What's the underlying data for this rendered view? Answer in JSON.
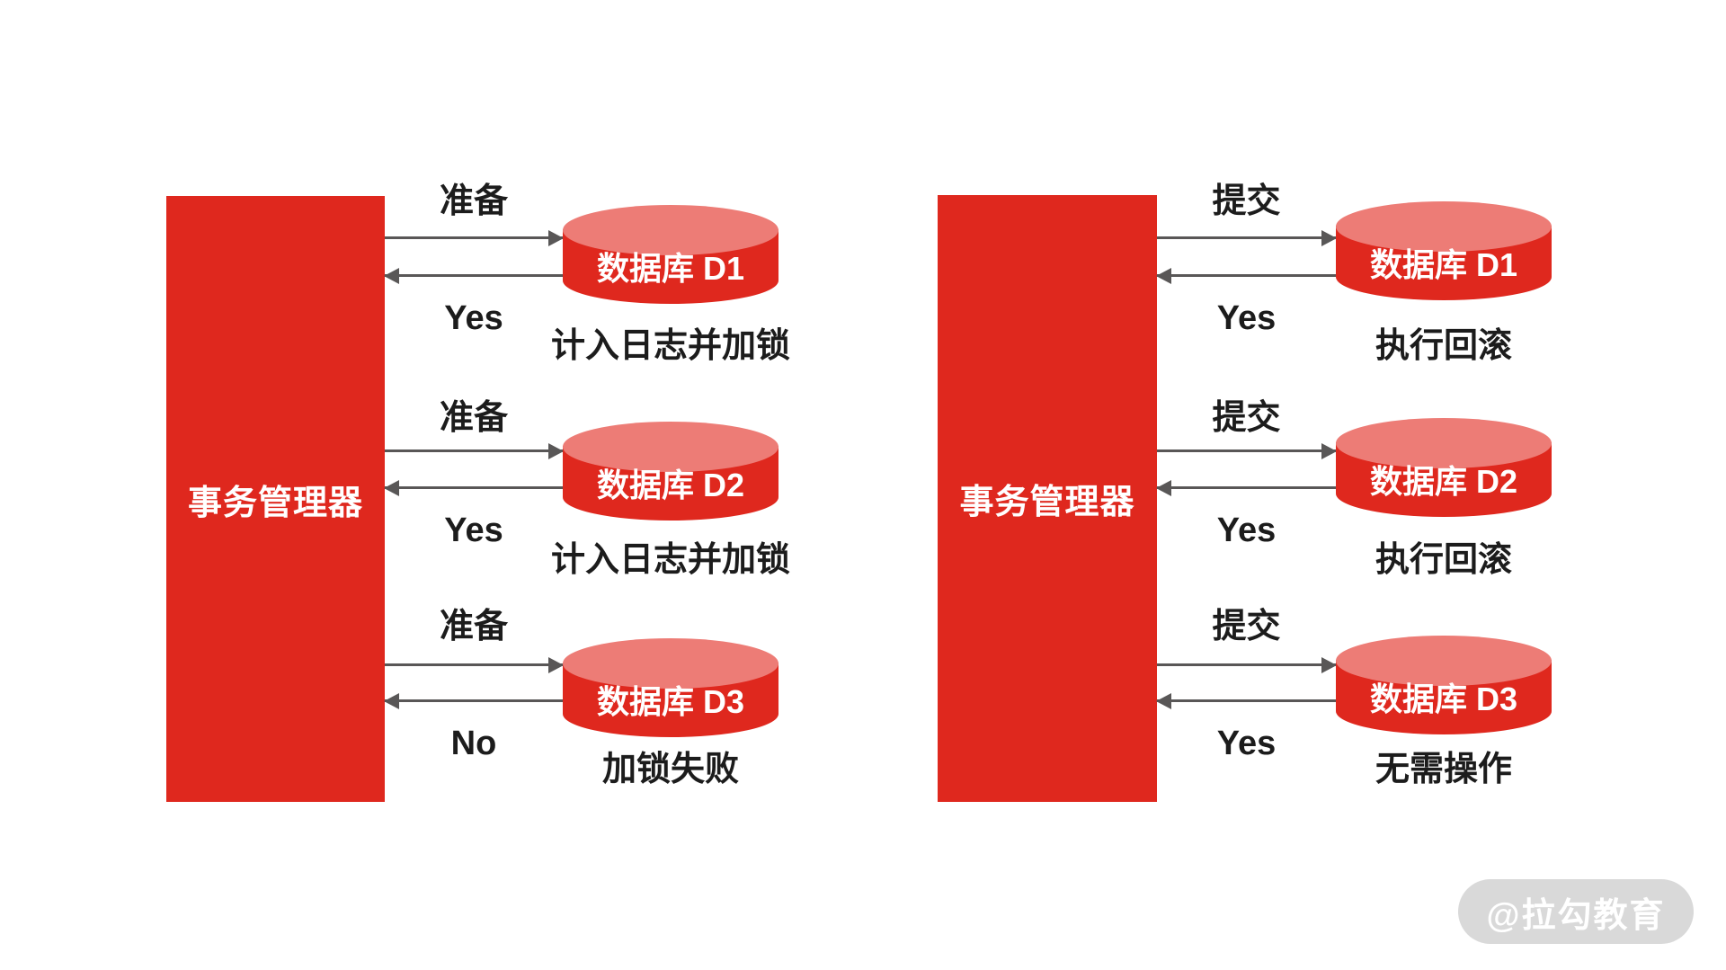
{
  "colors": {
    "red": "#df281e",
    "red_light": "#ed7c76",
    "arrow": "#595757",
    "text": "#1c1c1c",
    "watermark_bg": "#d9d9d9",
    "watermark_text": "#ffffff"
  },
  "panels": {
    "left": {
      "manager_label": "事务管理器",
      "rows": [
        {
          "request": "准备",
          "response": "Yes",
          "database": "数据库 D1",
          "caption": "计入日志并加锁"
        },
        {
          "request": "准备",
          "response": "Yes",
          "database": "数据库 D2",
          "caption": "计入日志并加锁"
        },
        {
          "request": "准备",
          "response": "No",
          "database": "数据库 D3",
          "caption": "加锁失败"
        }
      ]
    },
    "right": {
      "manager_label": "事务管理器",
      "rows": [
        {
          "request": "提交",
          "response": "Yes",
          "database": "数据库 D1",
          "caption": "执行回滚"
        },
        {
          "request": "提交",
          "response": "Yes",
          "database": "数据库 D2",
          "caption": "执行回滚"
        },
        {
          "request": "提交",
          "response": "Yes",
          "database": "数据库 D3",
          "caption": "无需操作"
        }
      ]
    }
  },
  "watermark": {
    "label": "@拉勾教育"
  }
}
